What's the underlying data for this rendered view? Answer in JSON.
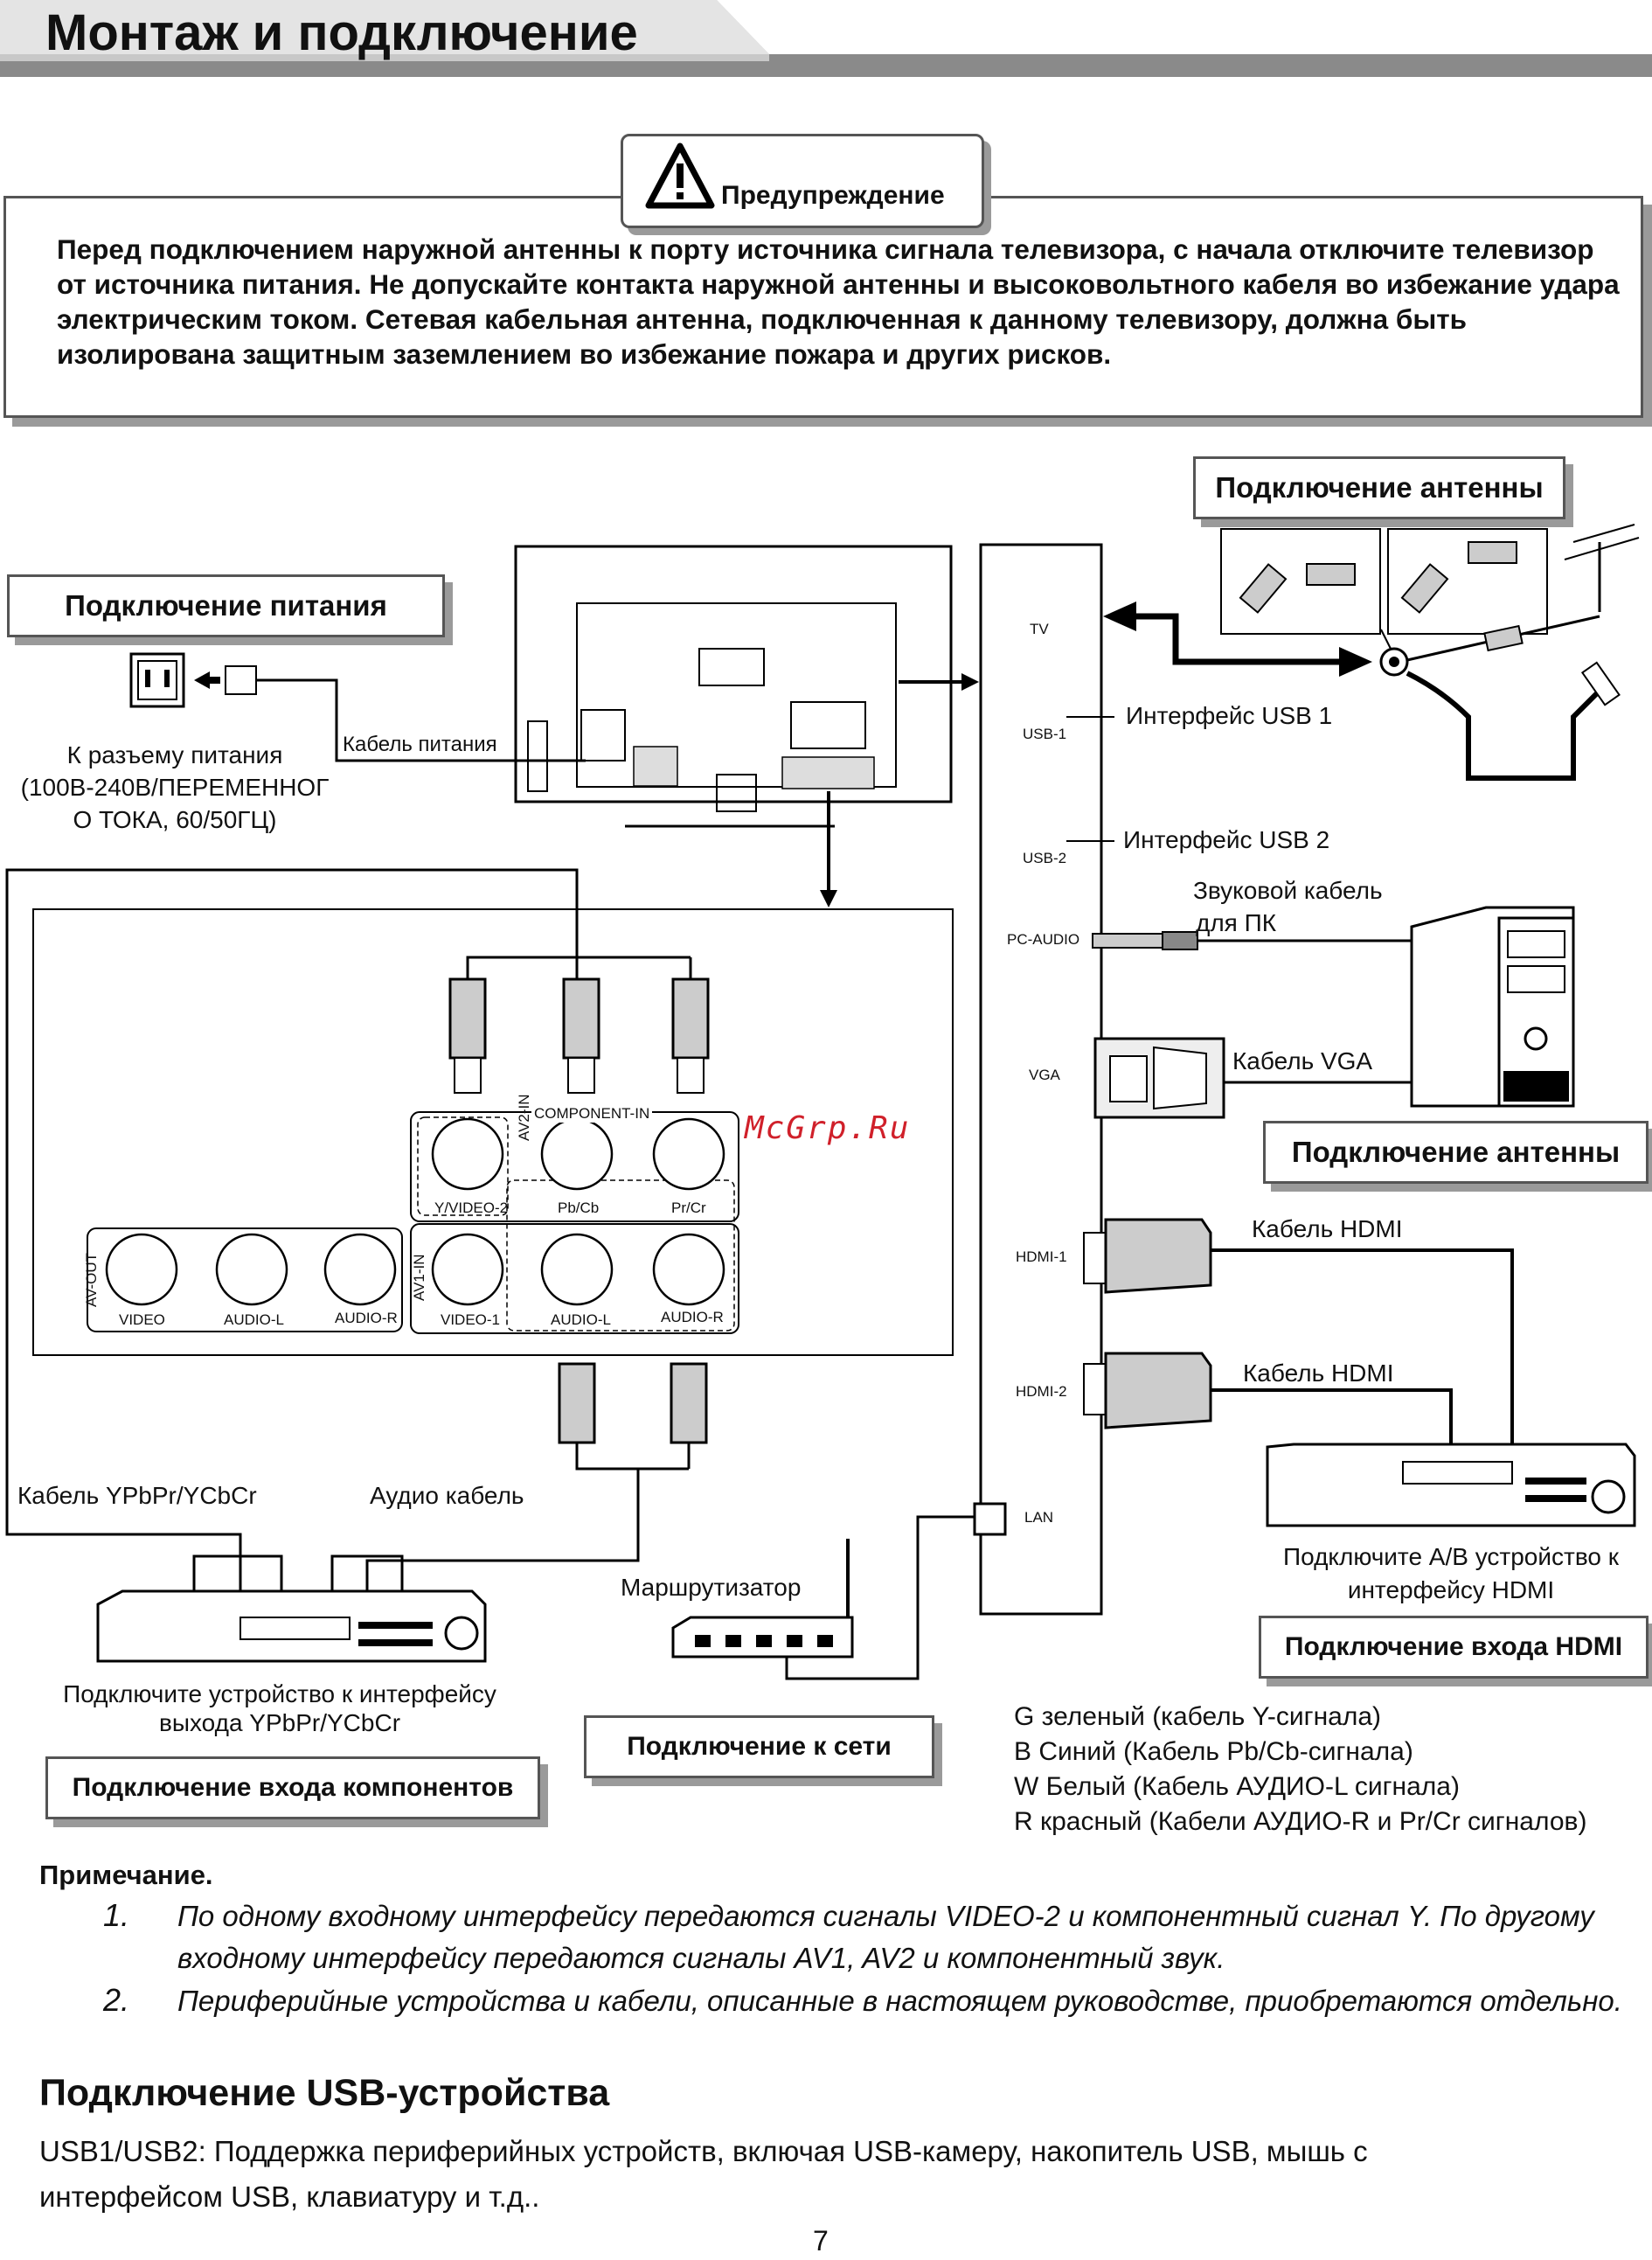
{
  "header": {
    "title": "Монтаж и подключение"
  },
  "warning": {
    "label": "Предупреждение",
    "text": "Перед подключением наружной антенны к порту источника сигнала телевизора, с начала отключите телевизор от источника питания. Не допускайте контакта наружной антенны и высоковольтного кабеля во избежание удара электрическим током. Сетевая кабельная антенна, подключенная к данному телевизору, должна быть изолирована защитным заземлением во избежание пожара и других рисков."
  },
  "diagram": {
    "boxes": {
      "antenna_top": "Подключение антенны",
      "power": "Подключение питания",
      "antenna_mid": "Подключение антенны",
      "hdmi_input": "Подключение входа HDMI",
      "network": "Подключение к сети",
      "component_input": "Подключение входа компонентов"
    },
    "labels": {
      "power_cable": "Кабель питания",
      "power_socket_1": "К разъему питания",
      "power_socket_2": "(100В-240В/ПЕРЕМЕННОГ",
      "power_socket_3": "О ТОКА, 60/50ГЦ)",
      "usb1": "Интерфейс USB 1",
      "usb2": "Интерфейс USB 2",
      "pc_audio_1": "Звуковой кабель",
      "pc_audio_2": "для ПК",
      "vga_cable": "Кабель VGA",
      "hdmi_cable_1": "Кабель HDMI",
      "hdmi_cable_2": "Кабель HDMI",
      "av_device_1": "Подключите А/В устройство к",
      "av_device_2": "интерфейсу HDMI",
      "router": "Маршрутизатор",
      "ypbpr_cable": "Кабель YPbPr/YCbCr",
      "audio_cable": "Аудио кабель",
      "component_device_1": "Подключите устройство к интерфейсу",
      "component_device_2": "выхода YPbPr/YCbCr"
    },
    "ports": {
      "tv": "TV",
      "usb1": "USB-1",
      "usb2": "USB-2",
      "pc_audio": "PC-AUDIO",
      "vga": "VGA",
      "hdmi1": "HDMI-1",
      "hdmi2": "HDMI-2",
      "lan": "LAN",
      "component_in": "COMPONENT-IN",
      "av2_in": "AV2-IN",
      "av1_in": "AV1-IN",
      "av_out": "AV-OUT",
      "y_video2": "Y/VIDEO-2",
      "pb_cb": "Pb/Cb",
      "pr_cr": "Pr/Cr",
      "video": "VIDEO",
      "audio_l": "AUDIO-L",
      "audio_r": "AUDIO-R",
      "video1": "VIDEO-1",
      "audio_l2": "AUDIO-L",
      "audio_r2": "AUDIO-R"
    },
    "watermark": "McGrp.Ru"
  },
  "legend": [
    "G зеленый (кабель Y-сигнала)",
    "B Синий (Кабель Pb/Cb-сигнала)",
    "W Белый (Кабель АУДИО-L сигнала)",
    "R красный (Кабели АУДИО-R и Pr/Cr сигналов)"
  ],
  "notes": {
    "heading": "Примечание.",
    "items": [
      {
        "num": "1.",
        "text": "По одному входному интерфейсу передаются сигналы VIDEO-2 и компонентный сигнал Y. По другому входному интерфейсу передаются сигналы AV1, AV2 и компонентный звук."
      },
      {
        "num": "2.",
        "text": "Периферийные устройства и кабели, описанные в настоящем руководстве, приобретаются отдельно."
      }
    ]
  },
  "usb_section": {
    "heading": "Подключение USB-устройства",
    "text": "USB1/USB2: Поддержка периферийных устройств, включая USB-камеру, накопитель USB, мышь с интерфейсом USB, клавиатуру и т.д.."
  },
  "page_number": "7"
}
